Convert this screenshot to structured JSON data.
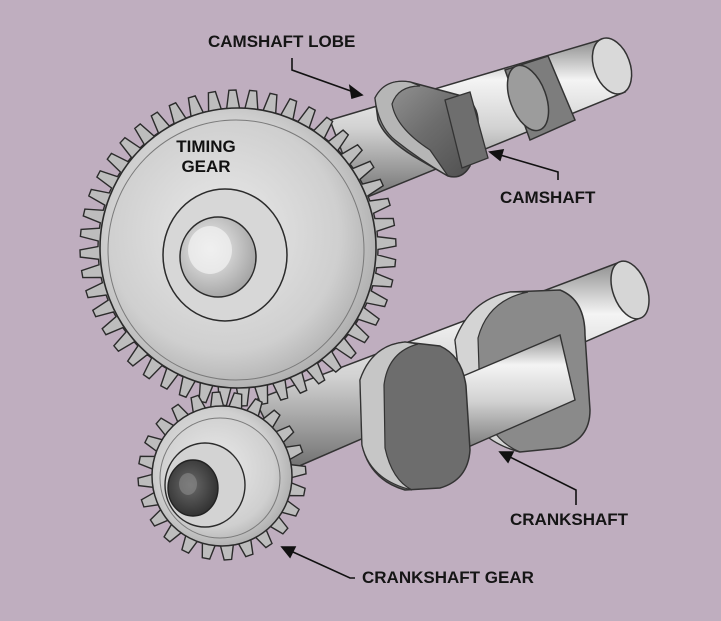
{
  "background": "#bfaebf",
  "labels": {
    "camshaft_lobe": "CAMSHAFT LOBE",
    "timing_gear_line1": "TIMING",
    "timing_gear_line2": "GEAR",
    "camshaft": "CAMSHAFT",
    "crankshaft": "CRANKSHAFT",
    "crankshaft_gear": "CRANKSHAFT GEAR"
  },
  "gears": {
    "timing_gear_teeth": 48,
    "crankshaft_gear_teeth": 24
  }
}
